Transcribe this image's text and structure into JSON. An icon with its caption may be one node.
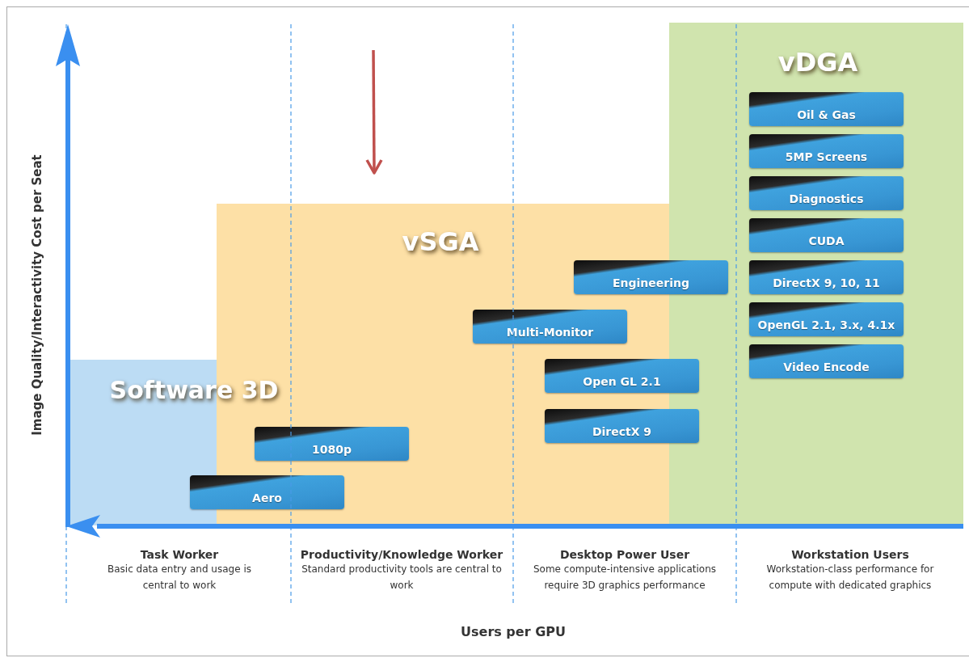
{
  "diagram": {
    "nodes": [
      {
        "text": [
          "vDGA"
        ]
      },
      {
        "text": [
          "Oil & Gas"
        ],
        "in": 0
      },
      {
        "text": [
          "5MP Screens"
        ],
        "in": 0
      },
      {
        "text": [
          "Diagnostics"
        ],
        "in": 0
      },
      {
        "text": [
          "CUDA"
        ],
        "in": 0
      },
      {
        "text": [
          "DirectX 9, 10, 11"
        ],
        "in": 0
      },
      {
        "text": [
          "OpenGL 2.1, 3.x, 4.1x"
        ],
        "in": 0
      },
      {
        "text": [
          "Video Encode"
        ],
        "in": 0
      },
      {
        "text": [
          "vSGA"
        ]
      },
      {
        "text": [
          "Engineering"
        ]
      },
      {
        "text": [
          "Multi-Monitor"
        ],
        "in": 8
      },
      {
        "text": [
          "Open GL 2.1"
        ],
        "in": 8
      },
      {
        "text": [
          "DirectX 9"
        ],
        "in": 8
      },
      {
        "text": [
          "1080p"
        ],
        "in": 8
      },
      {
        "text": [
          "Software 3D"
        ]
      },
      {
        "text": [
          "Aero"
        ]
      }
    ],
    "labels": [
      "Image Quality/Interactivity Cost per Seat",
      "Task Worker",
      "Basic data entry and usage is central to work",
      "Productivity/Knowledge Worker",
      "Standard productivity tools are central to work",
      "Desktop Power User",
      "Some compute-intensive applications require 3D graphics performance",
      "Workstation Users",
      "Workstation-class performance for compute with dedicated graphics",
      "Users per GPU"
    ]
  }
}
